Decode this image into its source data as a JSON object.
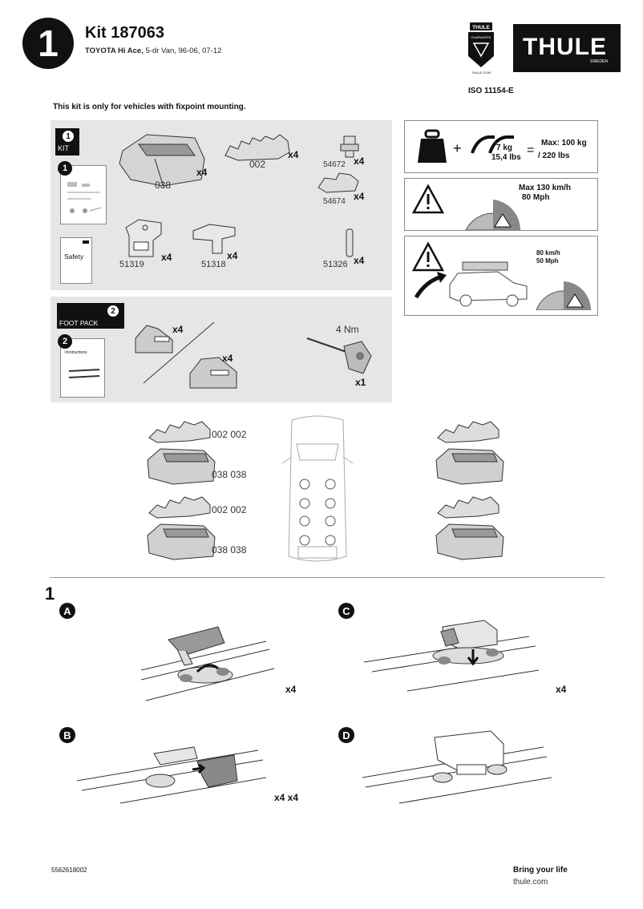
{
  "header": {
    "step_number": "1",
    "kit_title": "Kit 187063",
    "vehicle_bold": "TOYOTA Hi Ace,",
    "vehicle_rest": " 5-dr Van, 96-06, 07-12",
    "iso": "ISO 11154-E",
    "note": "This kit is only for vehicles with fixpoint mounting."
  },
  "logos": {
    "badge_top": "THULE",
    "badge_mid": "GUARANTEE",
    "badge_bottom": "THULE.COM",
    "brand": "THULE",
    "brand_sub": "SWEDEN"
  },
  "kit_section": {
    "badge": "1",
    "header": "KIT",
    "doc_badge": "1",
    "safety_label": "Safety",
    "parts": [
      {
        "code": "038",
        "qty": "x4"
      },
      {
        "code": "002",
        "qty": "x4"
      },
      {
        "code": "54672",
        "qty": "x4"
      },
      {
        "code": "54674",
        "qty": "x4"
      },
      {
        "code": "51319",
        "qty": "x4"
      },
      {
        "code": "51318",
        "qty": "x4"
      },
      {
        "code": "51326",
        "qty": "x4"
      }
    ]
  },
  "foot_pack": {
    "badge": "2",
    "header": "FOOT PACK",
    "doc_badge": "2",
    "instructions": ">Instructions",
    "qty_a": "x4",
    "qty_b": "x4",
    "torque": "4 Nm",
    "tool_qty": "x1"
  },
  "warnings": {
    "weight": {
      "kg": "7 kg",
      "lbs": "15,4 lbs",
      "max": "Max: 100 kg",
      "max2": "/ 220 lbs"
    },
    "speed": {
      "line1": "Max  130 km/h",
      "line2": "80 Mph"
    },
    "load_speed": {
      "line1": "80 km/h",
      "line2": "50 Mph"
    }
  },
  "positions": {
    "top_pair_a": "002 002",
    "top_pair_b": "038 038",
    "bottom_pair_a": "002 002",
    "bottom_pair_b": "038 038"
  },
  "steps": {
    "number": "1",
    "a": {
      "letter": "A",
      "qty": "x4"
    },
    "b": {
      "letter": "B",
      "qty": "x4 x4"
    },
    "c": {
      "letter": "C",
      "qty": "x4"
    },
    "d": {
      "letter": "D"
    }
  },
  "footer": {
    "code": "5562618002",
    "tagline": "Bring your life",
    "site": "thule.com"
  }
}
